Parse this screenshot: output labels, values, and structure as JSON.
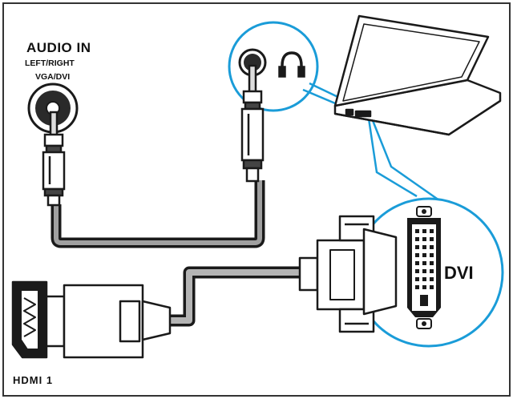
{
  "labels": {
    "audio_in": "AUDIO IN",
    "audio_sub_1": "LEFT/RIGHT",
    "audio_sub_2": "VGA/DVI",
    "dvi": "DVI",
    "hdmi": "HDMI 1"
  },
  "icons": {
    "headphones": "headphones-icon"
  },
  "colors": {
    "callout_blue": "#1a9cd8",
    "frame": "#333333",
    "ink": "#1a1a1a",
    "cable_gray": "#a0a0a0"
  }
}
